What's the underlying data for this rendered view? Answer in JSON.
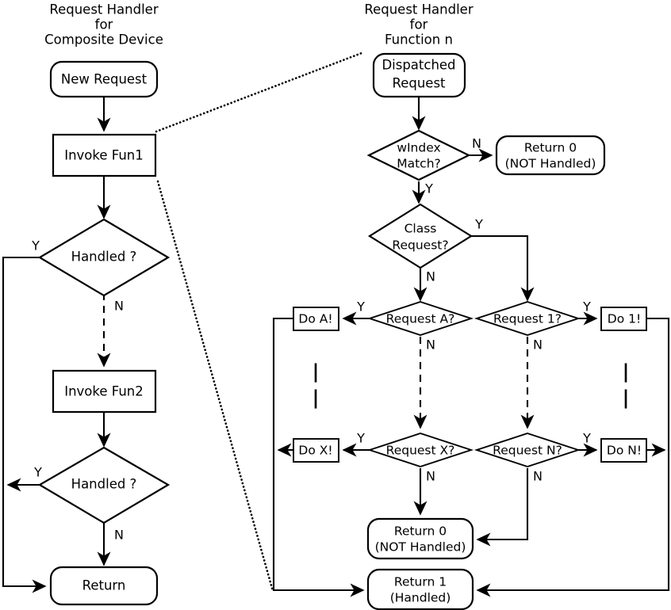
{
  "diagram": {
    "kind": "flowchart",
    "background": "#ffffff",
    "stroke_color": "#000000",
    "left_panel": {
      "title_lines": [
        "Request Handler",
        "for",
        "Composite Device"
      ],
      "nodes": {
        "new_request": "New Request",
        "invoke_fun1": "Invoke Fun1",
        "handled_1": "Handled ?",
        "invoke_fun2": "Invoke Fun2",
        "handled_2": "Handled ?",
        "return": "Return"
      },
      "edge_labels": {
        "handled1_yes": "Y",
        "handled1_no": "N",
        "handled2_yes": "Y",
        "handled2_no": "N"
      }
    },
    "right_panel": {
      "title_lines": [
        "Request Handler",
        "for",
        "Function n"
      ],
      "nodes": {
        "dispatched_request": [
          "Dispatched",
          "Request"
        ],
        "windex_match": [
          "wIndex",
          "Match?"
        ],
        "return_0_top": [
          "Return 0",
          "(NOT Handled)"
        ],
        "class_request": [
          "Class",
          "Request?"
        ],
        "request_a": "Request A?",
        "request_1": "Request 1?",
        "request_x": "Request X?",
        "request_n": "Request N?",
        "do_a": "Do A!",
        "do_1": "Do 1!",
        "do_x": "Do X!",
        "do_n": "Do N!",
        "return_0_bottom": [
          "Return 0",
          "(NOT Handled)"
        ],
        "return_1_bottom": [
          "Return 1",
          "(Handled)"
        ]
      },
      "edge_labels": {
        "windex_no": "N",
        "windex_yes": "Y",
        "class_yes": "Y",
        "class_no": "N",
        "request_a_yes": "Y",
        "request_a_no": "N",
        "request_1_yes": "Y",
        "request_1_no": "N",
        "request_x_yes": "Y",
        "request_x_no": "N",
        "request_n_yes": "Y",
        "request_n_no": "N"
      },
      "ellipsis_mark": "|"
    }
  }
}
